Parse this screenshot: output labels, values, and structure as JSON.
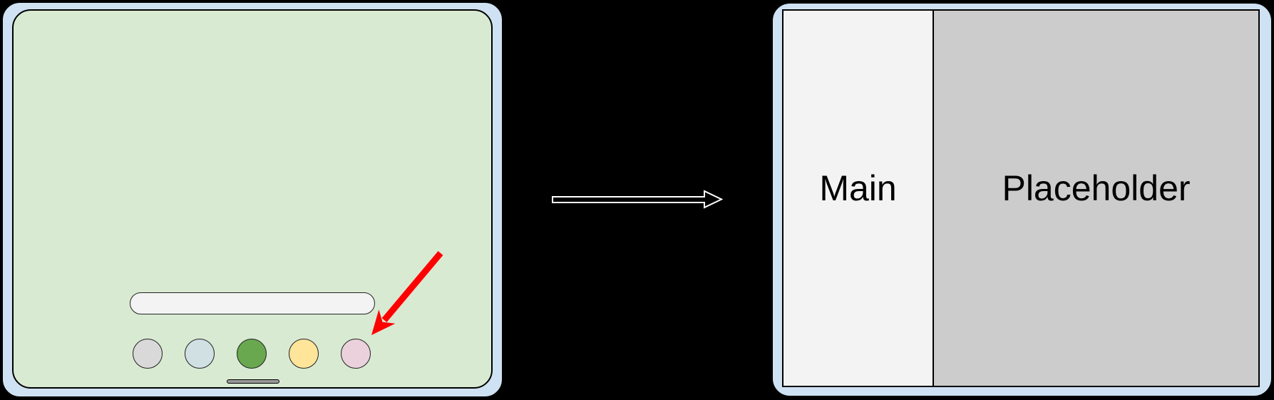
{
  "canvas": {
    "background": "#000000"
  },
  "before_device": {
    "frame_color": "#cfe2f3",
    "screen_color": "#d9ead3",
    "search_bar": {
      "value": "",
      "color": "#f3f3f3"
    },
    "dock": {
      "icons": [
        {
          "name": "app-icon-gray",
          "color": "#d9d9d9"
        },
        {
          "name": "app-icon-blue",
          "color": "#d0e0e3"
        },
        {
          "name": "app-icon-green",
          "color": "#6aa84f"
        },
        {
          "name": "app-icon-yellow",
          "color": "#ffe599"
        },
        {
          "name": "app-icon-pink",
          "color": "#ead1dc"
        }
      ]
    },
    "home_indicator_color": "#999999",
    "tap_arrow_color": "#ff0000"
  },
  "transition_arrow": {
    "fill": "#000000",
    "stroke": "#ffffff"
  },
  "after_device": {
    "frame_color": "#cfe2f3",
    "panes": [
      {
        "label": "Main",
        "color": "#f3f3f3"
      },
      {
        "label": "Placeholder",
        "color": "#cccccc"
      }
    ]
  }
}
